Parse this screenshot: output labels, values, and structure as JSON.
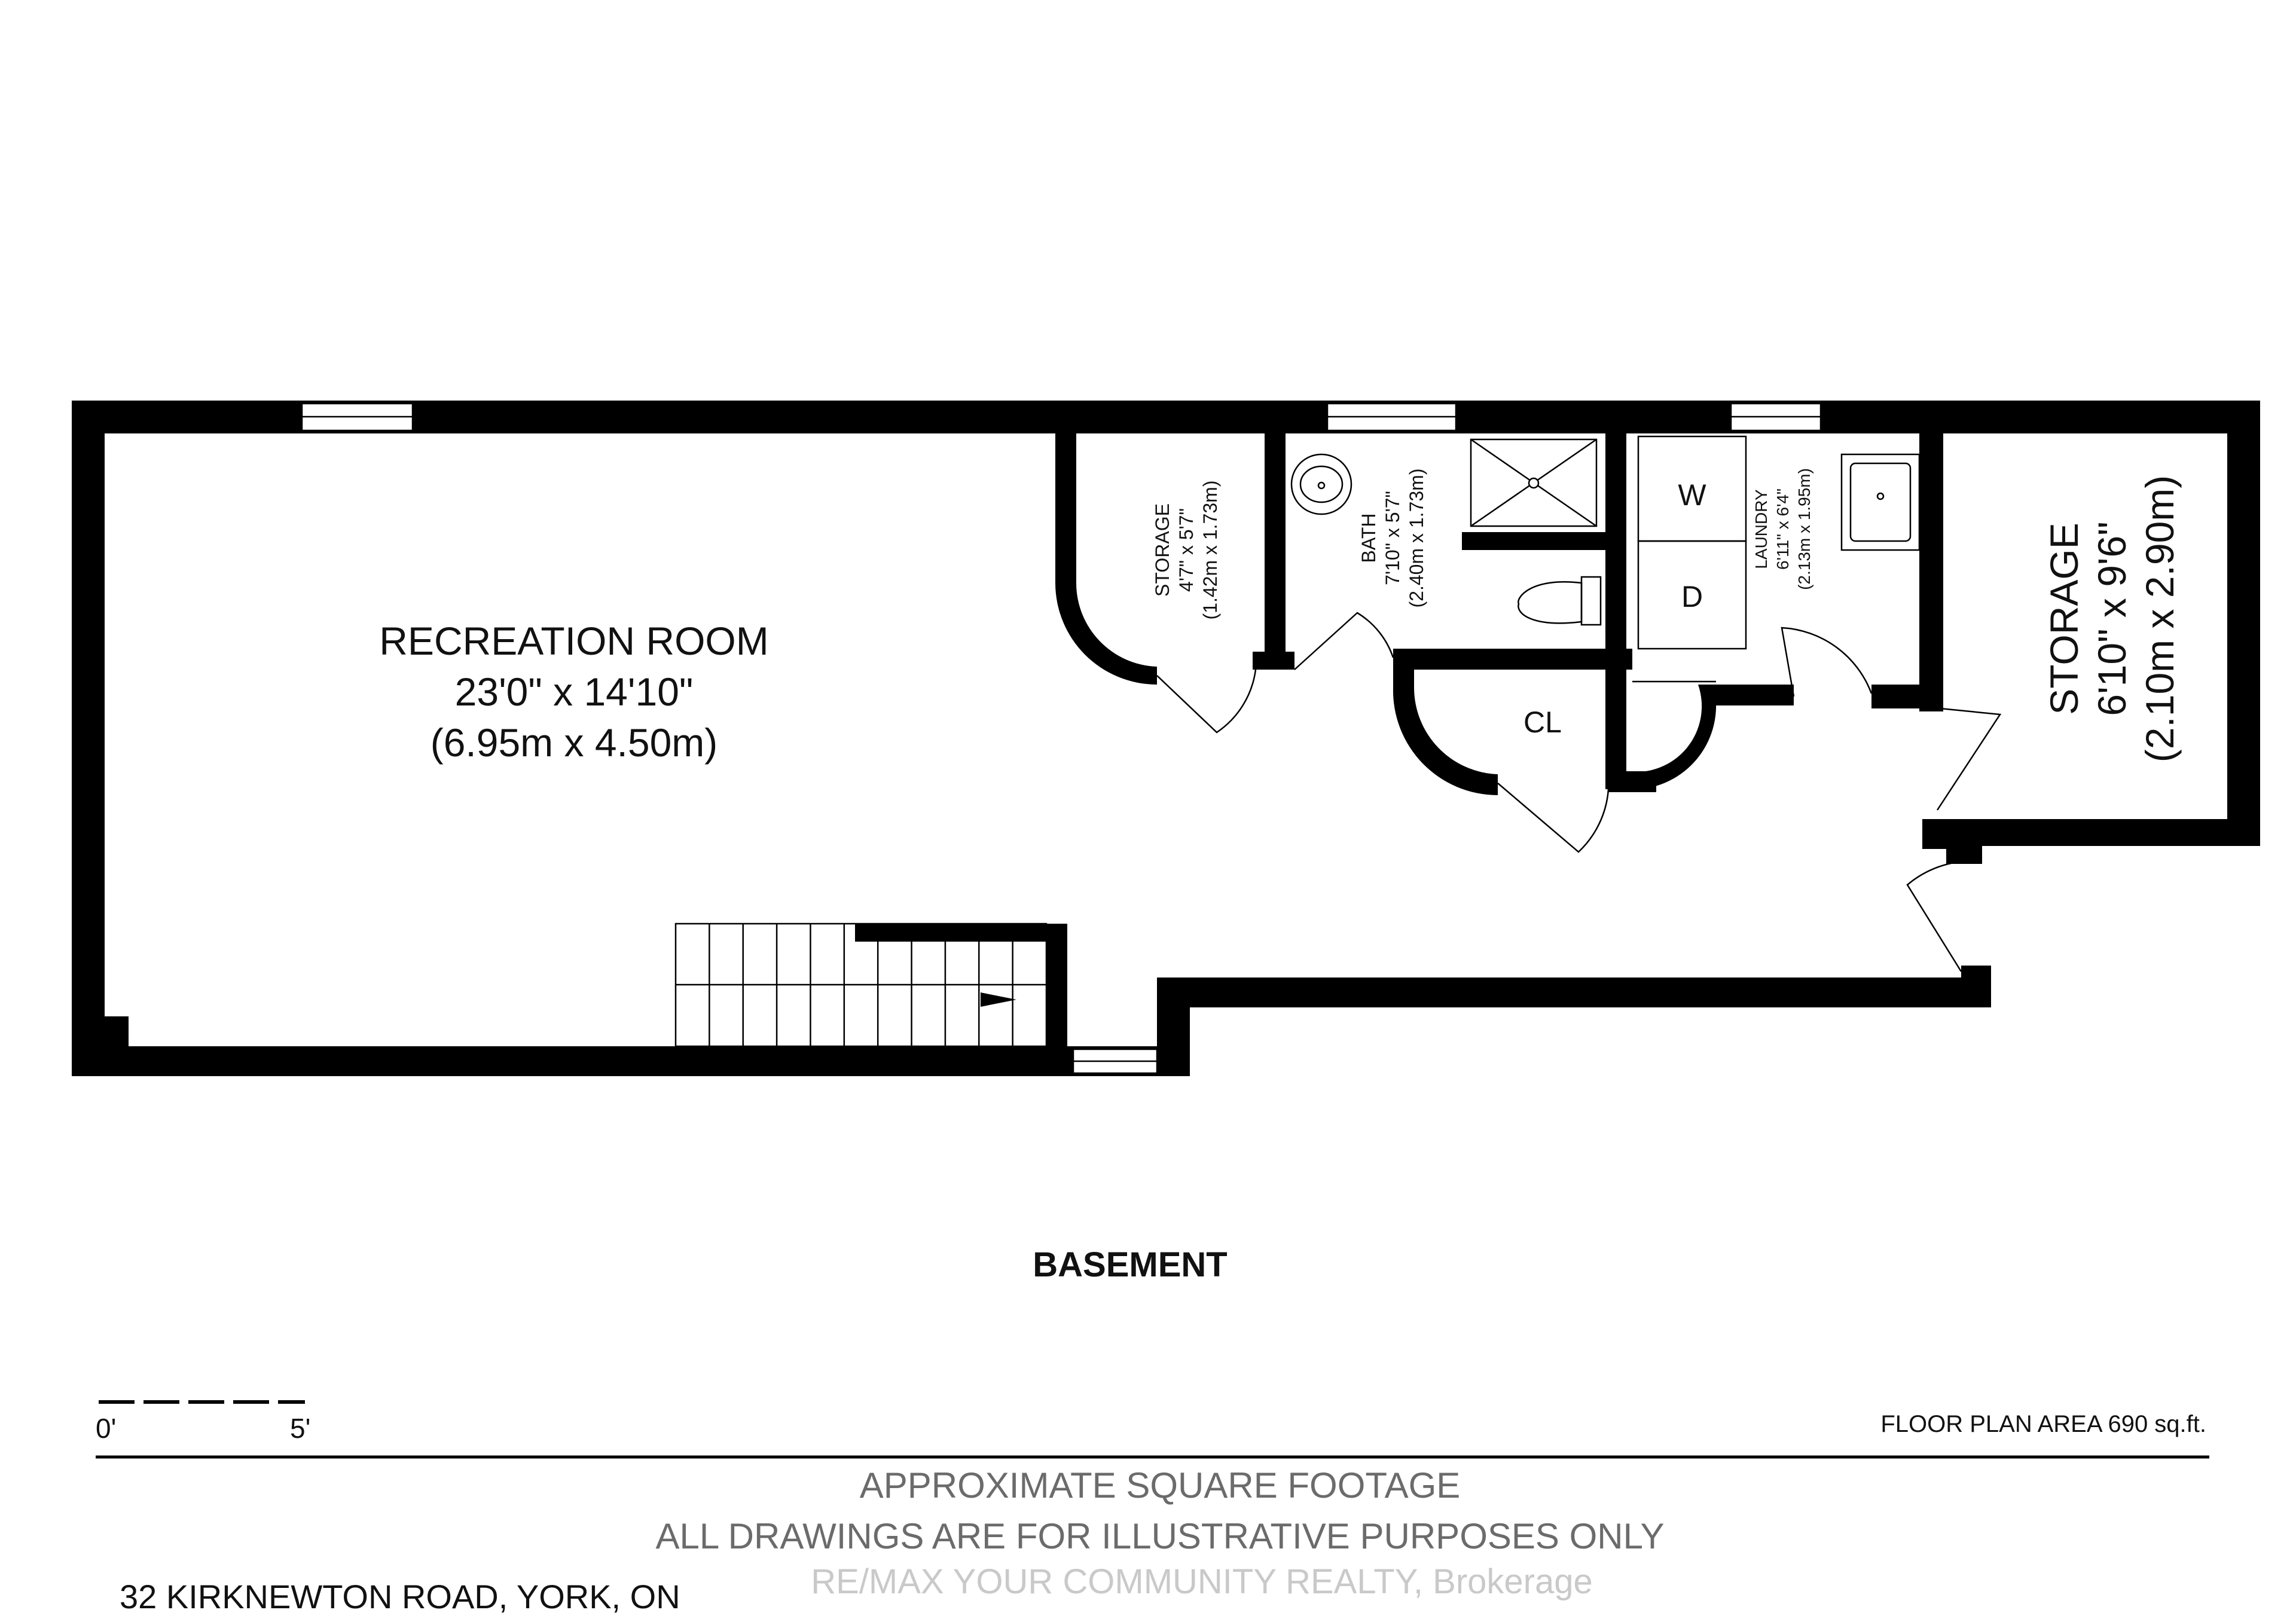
{
  "plan_title": "BASEMENT",
  "rooms": {
    "recreation": {
      "name": "RECREATION ROOM",
      "dim_imperial": "23'0\" x 14'10\"",
      "dim_metric": "(6.95m x 4.50m)"
    },
    "storage_small": {
      "name": "STORAGE",
      "dim_imperial": "4'7\" x 5'7\"",
      "dim_metric": "(1.42m x 1.73m)"
    },
    "bath": {
      "name": "BATH",
      "dim_imperial": "7'10\" x 5'7\"",
      "dim_metric": "(2.40m x 1.73m)"
    },
    "laundry": {
      "name": "LAUNDRY",
      "dim_imperial": "6'11\" x 6'4\"",
      "dim_metric": "(2.13m x 1.95m)"
    },
    "storage_large": {
      "name": "STORAGE",
      "dim_imperial": "6'10\" x 9'6\"",
      "dim_metric": "(2.10m x 2.90m)"
    },
    "closet": {
      "name": "CL"
    },
    "washer": {
      "name": "W"
    },
    "dryer": {
      "name": "D"
    }
  },
  "scale": {
    "start": "0'",
    "end": "5'"
  },
  "floor_area": "FLOOR PLAN AREA 690 sq.ft.",
  "disclaimer": {
    "line1": "APPROXIMATE SQUARE FOOTAGE",
    "line2": "ALL DRAWINGS ARE FOR ILLUSTRATIVE PURPOSES ONLY"
  },
  "address": "32 KIRKNEWTON ROAD, YORK, ON",
  "watermark": "RE/MAX YOUR COMMUNITY REALTY, Brokerage"
}
